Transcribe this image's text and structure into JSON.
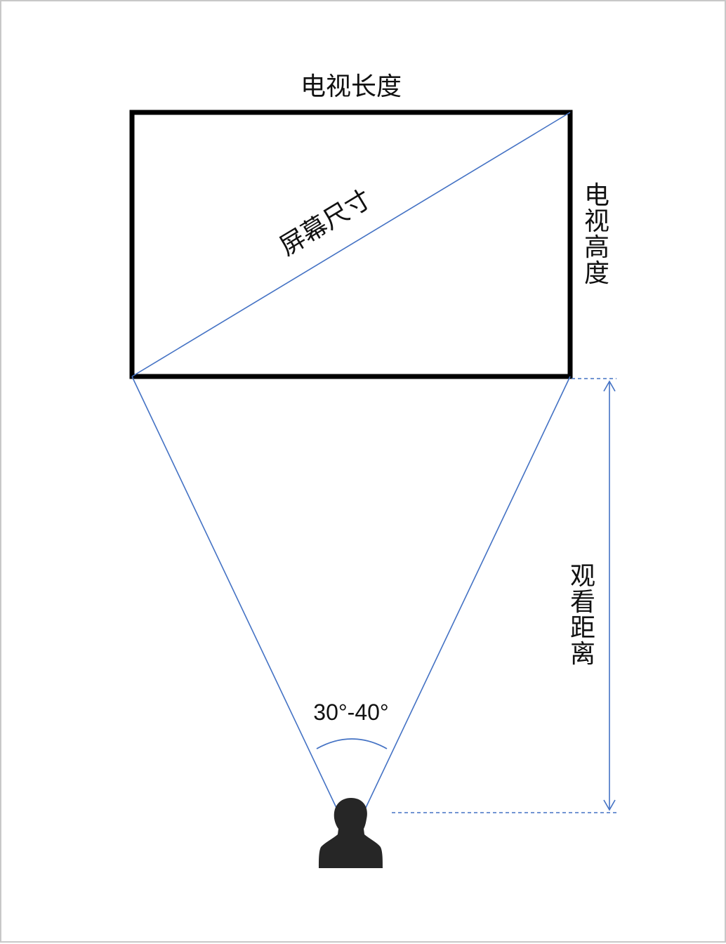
{
  "labels": {
    "tv_length": "电视长度",
    "tv_height": "电视高度",
    "screen_size": "屏幕尺寸",
    "viewing_distance": "观看距离",
    "viewing_angle": "30°-40°"
  },
  "colors": {
    "frame": "#000000",
    "lines": "#4472c4",
    "person": "#262626",
    "border": "#c8c8c8"
  },
  "icons": {
    "viewer": "person-silhouette-icon"
  }
}
